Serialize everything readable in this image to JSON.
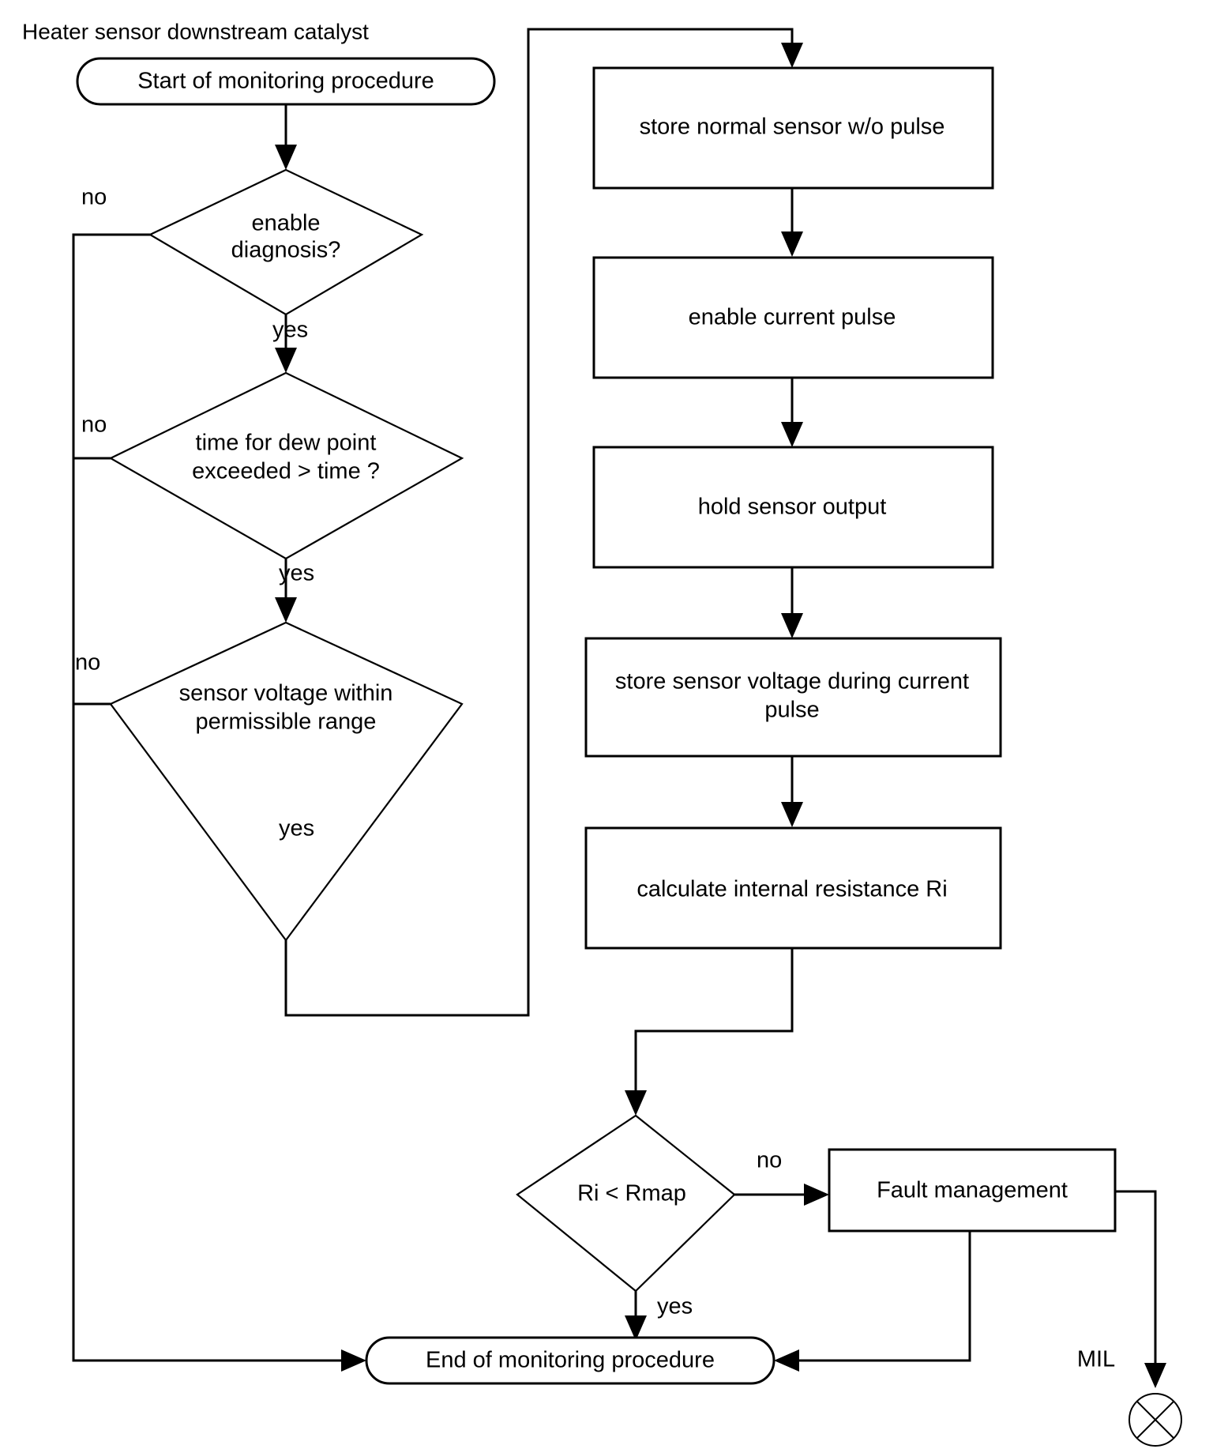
{
  "diagram": {
    "title": "Heater sensor downstream catalyst",
    "type": "flowchart",
    "nodes": {
      "start": {
        "label": "Start of monitoring procedure",
        "shape": "terminator"
      },
      "d1": {
        "label_line1": "enable",
        "label_line2": "diagnosis?",
        "shape": "decision"
      },
      "d2": {
        "label_line1": "time for dew point",
        "label_line2": "exceeded > time ?",
        "shape": "decision"
      },
      "d3": {
        "label_line1": "sensor voltage within",
        "label_line2": "permissible range",
        "shape": "decision"
      },
      "p1": {
        "label": "store normal sensor w/o pulse",
        "shape": "process"
      },
      "p2": {
        "label": "enable current pulse",
        "shape": "process"
      },
      "p3": {
        "label": "hold sensor output",
        "shape": "process"
      },
      "p4": {
        "label_line1": "store sensor voltage during current",
        "label_line2": "pulse",
        "shape": "process"
      },
      "p5": {
        "label": "calculate internal resistance Ri",
        "shape": "process"
      },
      "d4": {
        "label": "Ri < Rmap",
        "shape": "decision"
      },
      "fault": {
        "label": "Fault management",
        "shape": "process"
      },
      "end": {
        "label": "End of monitoring procedure",
        "shape": "terminator"
      },
      "mil": {
        "label": "MIL",
        "shape": "lamp"
      }
    },
    "edge_labels": {
      "d1_no": "no",
      "d1_yes": "yes",
      "d2_no": "no",
      "d2_yes": "yes",
      "d3_no": "no",
      "d3_yes": "yes",
      "d4_no": "no",
      "d4_yes": "yes"
    },
    "colors": {
      "stroke": "#000000",
      "fill": "#ffffff",
      "text": "#000000"
    }
  }
}
